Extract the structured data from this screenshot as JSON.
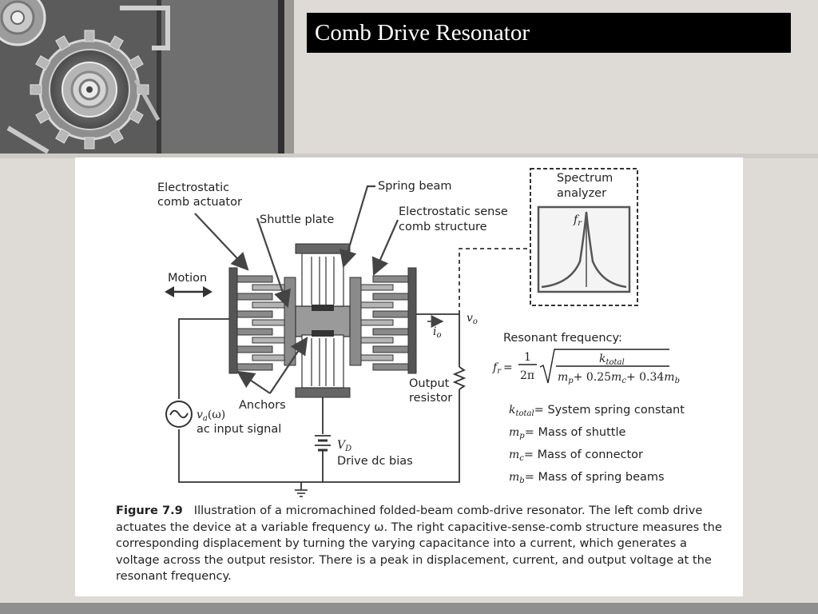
{
  "slide": {
    "title": "Comb Drive Resonator"
  },
  "figure": {
    "labels": {
      "electrostatic_comb_actuator_1": "Electrostatic",
      "electrostatic_comb_actuator_2": "comb actuator",
      "spring_beam": "Spring beam",
      "shuttle_plate": "Shuttle plate",
      "sense_comb_1": "Electrostatic sense",
      "sense_comb_2": "comb structure",
      "spectrum_analyzer_1": "Spectrum",
      "spectrum_analyzer_2": "analyzer",
      "motion": "Motion",
      "anchors": "Anchors",
      "ac_input_signal": "ac input signal",
      "drive_dc_bias": "Drive dc bias",
      "output_resistor_1": "Output",
      "output_resistor_2": "resistor",
      "resonant_frequency": "Resonant frequency:"
    },
    "symbols": {
      "fr_peak": "f",
      "fr_peak_sub": "r",
      "vo": "v",
      "vo_sub": "o",
      "io": "i",
      "io_sub": "o",
      "va": "v",
      "va_sub": "a",
      "va_arg": "(ω)",
      "vd": "V",
      "vd_sub": "D"
    },
    "formula": {
      "lhs": "f",
      "lhs_sub": "r",
      "equals": "=",
      "one": "1",
      "two_pi": "2π",
      "num": "k",
      "num_sub": "total",
      "den_mp": "m",
      "den_mp_sub": "p",
      "den_c1": "+ 0.25",
      "den_mc": "m",
      "den_mc_sub": "c",
      "den_c2": "+ 0.34",
      "den_mb": "m",
      "den_mb_sub": "b"
    },
    "legend": [
      {
        "sym": "k",
        "sub": "total",
        "text": "= System spring constant"
      },
      {
        "sym": "m",
        "sub": "p",
        "text": "= Mass of shuttle"
      },
      {
        "sym": "m",
        "sub": "c",
        "text": "= Mass of connector"
      },
      {
        "sym": "m",
        "sub": "b",
        "text": "= Mass of spring beams"
      }
    ],
    "caption": {
      "label": "Figure 7.9",
      "text": "Illustration of a micromachined folded-beam comb-drive resonator. The left comb drive actuates the device at a variable frequency ω. The right capacitive-sense-comb structure measures the corresponding displacement by turning the varying capacitance into a current, which generates a voltage across the output resistor. There is a peak in displacement, current, and output voltage at the resonant frequency."
    }
  },
  "colors": {
    "slide_bg": "#dedad6",
    "title_bg": "#000000",
    "title_fg": "#ffffff",
    "device_dark": "#555555",
    "device_mid": "#8a8a8a",
    "device_light": "#b5b5b5"
  }
}
